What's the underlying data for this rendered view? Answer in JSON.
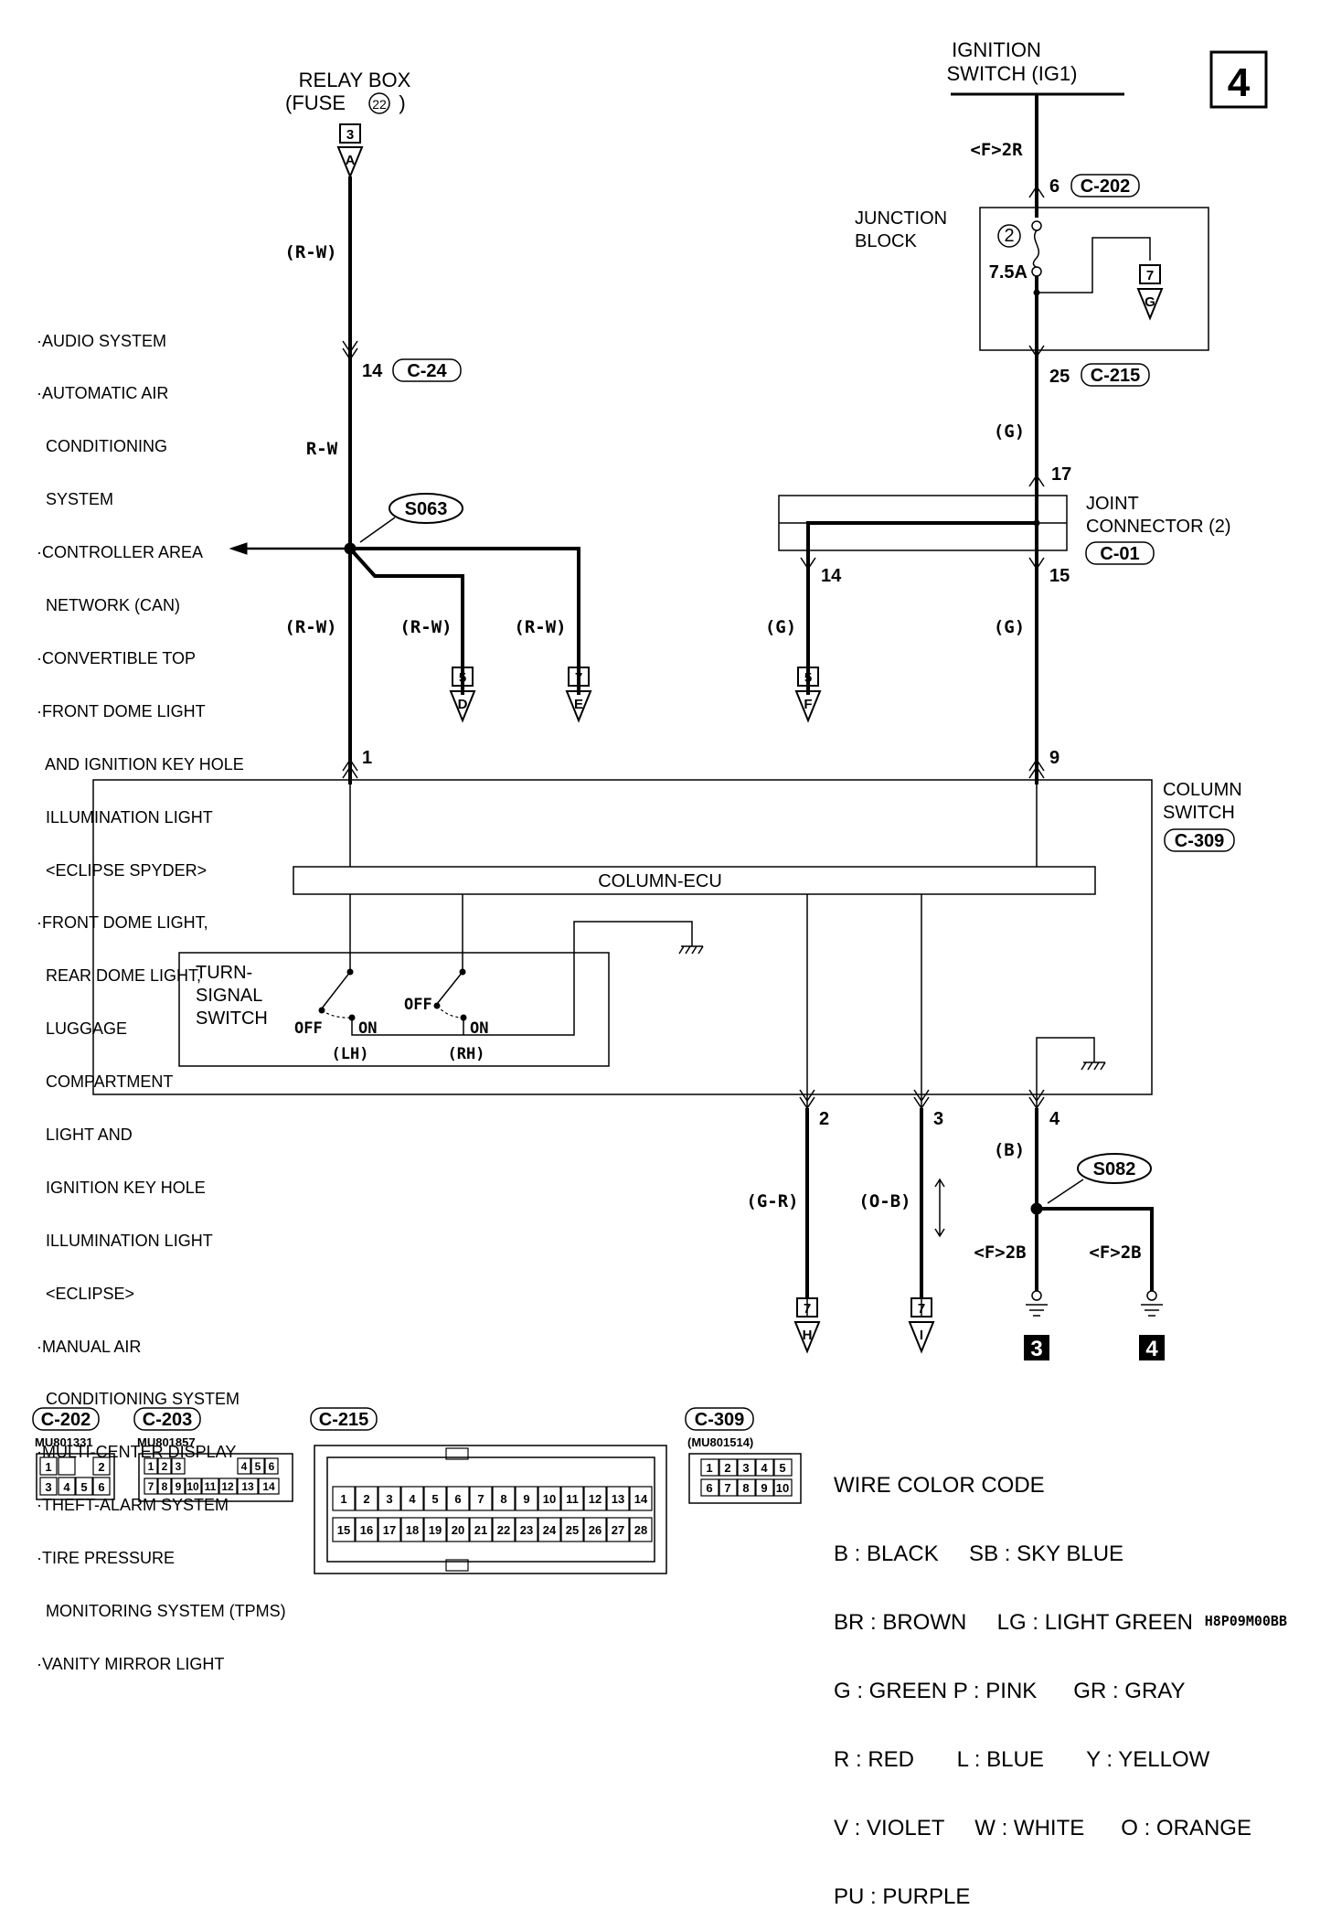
{
  "page_number": "4",
  "ignition": {
    "line1": "IGNITION",
    "line2": "SWITCH (IG1)",
    "wire_code": "<F>2R"
  },
  "relay_box": {
    "line1": "RELAY BOX",
    "line2": "(FUSE ",
    "fuse_no": "22",
    "line2_end": ")",
    "conn_no": "3",
    "letter": "A"
  },
  "junction_block": {
    "line1": "JUNCTION",
    "line2": "BLOCK",
    "fuse_no": "2",
    "amp": "7.5A",
    "conn_no": "7",
    "letter": "G"
  },
  "joint_connector": {
    "line1": "JOINT",
    "line2": "CONNECTOR (2)",
    "id": "C-01"
  },
  "column_switch": {
    "line1": "COLUMN",
    "line2": "SWITCH",
    "id": "C-309",
    "ecu": "COLUMN-ECU"
  },
  "turn_signal": {
    "line1": "TURN-",
    "line2": "SIGNAL",
    "line3": "SWITCH",
    "off": "OFF",
    "on": "ON",
    "lh": "(LH)",
    "rh": "(RH)"
  },
  "connectors": {
    "c202": {
      "pin": "6",
      "id": "C-202"
    },
    "c215": {
      "pin": "25",
      "id": "C-215"
    },
    "c24": {
      "pin": "14",
      "id": "C-24"
    },
    "jc_in": "17",
    "jc_out1": "14",
    "jc_out2": "15",
    "col_pin1": "1",
    "col_pin9": "9",
    "col_pin2": "2",
    "col_pin3": "3",
    "col_pin4": "4"
  },
  "wires": {
    "rw_paren": "(R-W)",
    "rw": "R-W",
    "g_paren": "(G)",
    "gr": "(G-R)",
    "ob": "(O-B)",
    "b": "(B)",
    "f2b": "<F>2B"
  },
  "splices": {
    "s063": "S063",
    "s082": "S082"
  },
  "offpage": [
    {
      "num": "5",
      "letter": "D"
    },
    {
      "num": "7",
      "letter": "E"
    },
    {
      "num": "5",
      "letter": "F"
    },
    {
      "num": "7",
      "letter": "H"
    },
    {
      "num": "7",
      "letter": "I"
    }
  ],
  "grounds": [
    "3",
    "4"
  ],
  "feeds_list": [
    "·AUDIO SYSTEM",
    "·AUTOMATIC AIR",
    "  CONDITIONING",
    "  SYSTEM",
    "·CONTROLLER AREA",
    "  NETWORK (CAN)",
    "·CONVERTIBLE TOP",
    "·FRONT DOME LIGHT",
    "  AND IGNITION KEY HOLE",
    "  ILLUMINATION LIGHT",
    "  <ECLIPSE SPYDER>",
    "·FRONT DOME LIGHT,",
    "  REAR DOME LIGHT,",
    "  LUGGAGE",
    "  COMPARTMENT",
    "  LIGHT AND",
    "  IGNITION KEY HOLE",
    "  ILLUMINATION LIGHT",
    "  <ECLIPSE>",
    "·MANUAL AIR",
    "  CONDITIONING SYSTEM",
    "·MULTI-CENTER DISPLAY",
    "·THEFT-ALARM SYSTEM",
    "·TIRE PRESSURE",
    "  MONITORING SYSTEM (TPMS)",
    "·VANITY MIRROR LIGHT"
  ],
  "connector_views": {
    "c202": {
      "id": "C-202",
      "part": "MU801331"
    },
    "c203": {
      "id": "C-203",
      "part": "MU801857"
    },
    "c215": {
      "id": "C-215"
    },
    "c309": {
      "id": "C-309",
      "part": "(MU801514)"
    }
  },
  "wire_color_code": {
    "title": "WIRE COLOR CODE",
    "lines": [
      "B : BLACK     SB : SKY BLUE",
      "BR : BROWN     LG : LIGHT GREEN",
      "G : GREEN P : PINK      GR : GRAY",
      "R : RED       L : BLUE       Y : YELLOW",
      "V : VIOLET     W : WHITE      O : ORANGE",
      "PU : PURPLE"
    ]
  },
  "diagram_code": "H8P09M00BB"
}
